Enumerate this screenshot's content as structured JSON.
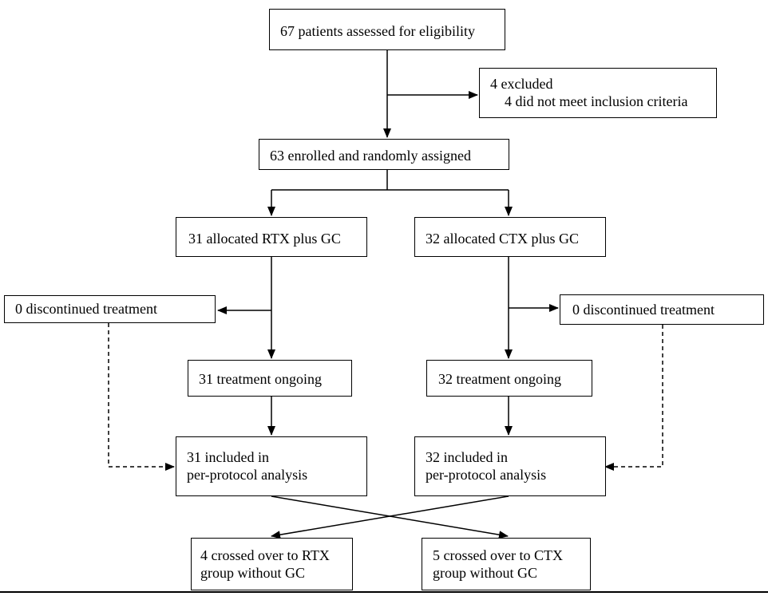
{
  "boxes": {
    "assessed": [
      "67 patients assessed for eligibility"
    ],
    "excluded": [
      "4 excluded",
      "4 did not meet inclusion criteria"
    ],
    "enrolled": [
      "63 enrolled and randomly assigned"
    ],
    "rtx_alloc": [
      "31 allocated RTX plus GC"
    ],
    "ctx_alloc": [
      "32 allocated CTX plus GC"
    ],
    "rtx_disc": [
      "0 discontinued treatment"
    ],
    "ctx_disc": [
      "0 discontinued treatment"
    ],
    "rtx_ongoing": [
      "31 treatment ongoing"
    ],
    "ctx_ongoing": [
      "32 treatment ongoing"
    ],
    "rtx_pp": [
      "31 included in",
      "per-protocol analysis"
    ],
    "ctx_pp": [
      "32 included in",
      "per-protocol analysis"
    ],
    "cross_rtx": [
      "4 crossed over to RTX",
      "group without GC"
    ],
    "cross_ctx": [
      "5 crossed over to CTX",
      "group without GC"
    ]
  }
}
